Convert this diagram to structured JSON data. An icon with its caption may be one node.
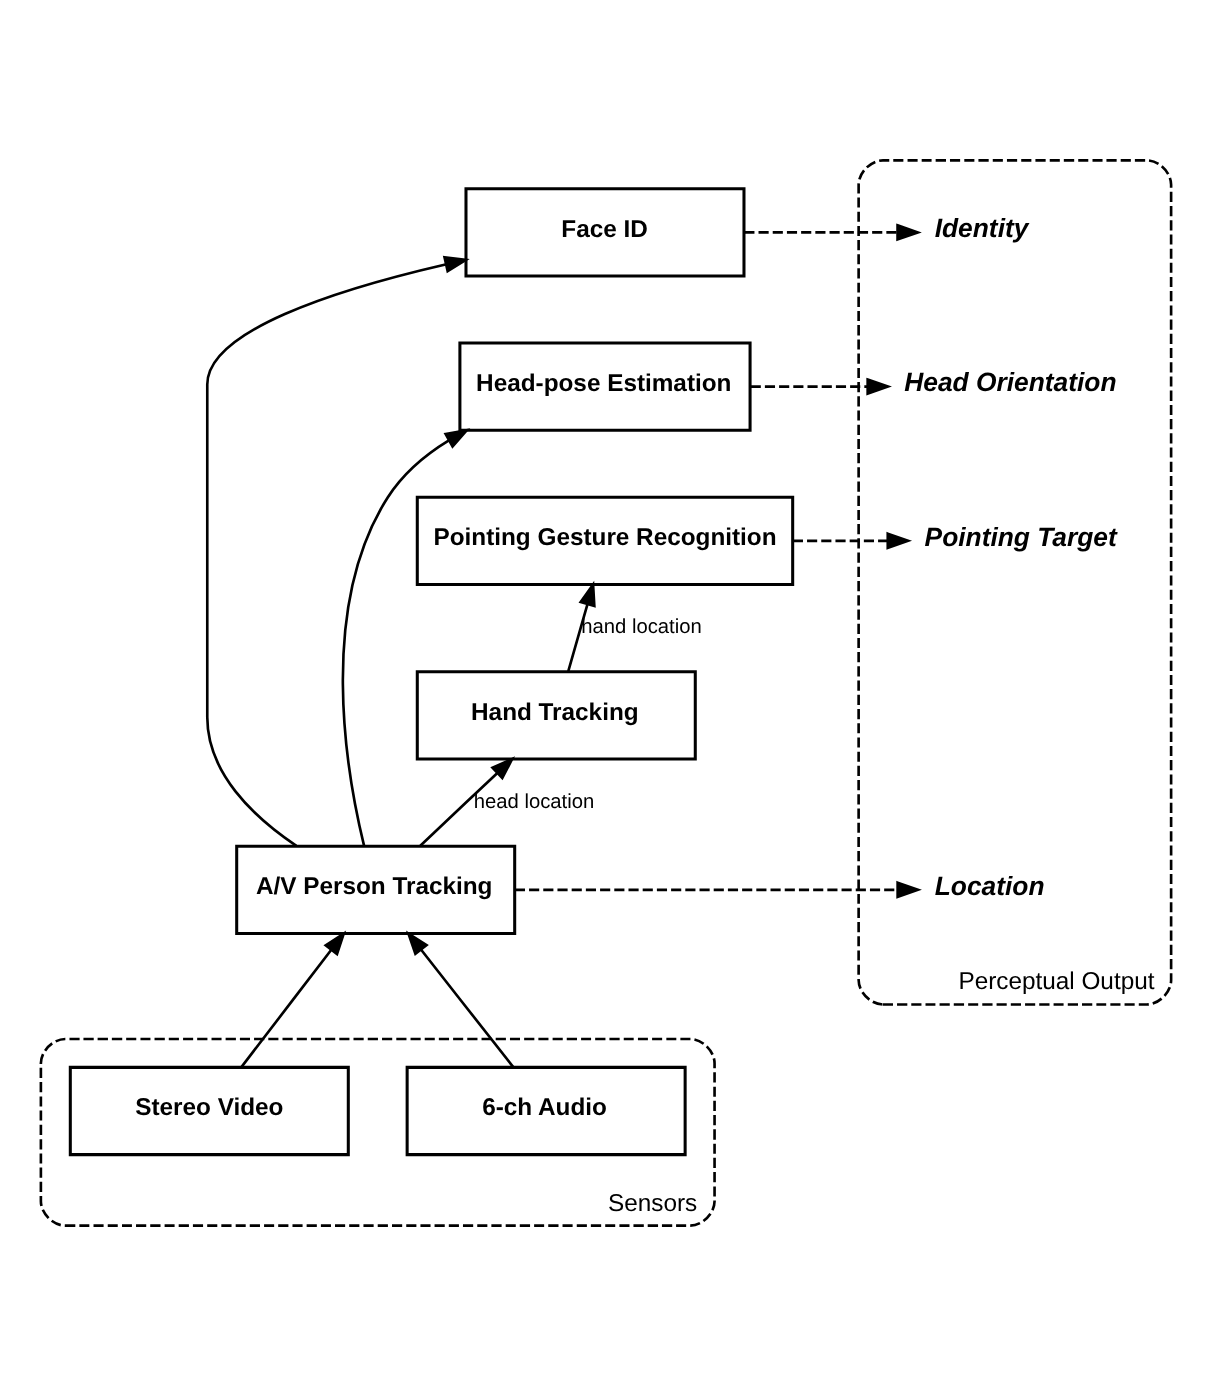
{
  "diagram": {
    "nodes": [
      {
        "text": [
          "Face ID"
        ]
      },
      {
        "text": [
          "Perceptual Output"
        ]
      },
      {
        "text": [
          "Identity"
        ],
        "in": 1
      },
      {
        "text": [
          "Head-pose Estimation"
        ]
      },
      {
        "text": [
          "Head Orientation"
        ],
        "in": 1
      },
      {
        "text": [
          "Pointing Gesture Recognition"
        ]
      },
      {
        "text": [
          "Pointing Target"
        ],
        "in": 1
      },
      {
        "text": [
          "Hand Tracking"
        ]
      },
      {
        "text": [
          "A/V Person Tracking"
        ]
      },
      {
        "text": [
          "Location"
        ],
        "in": 1
      },
      {
        "text": [
          "Sensors"
        ]
      },
      {
        "text": [
          "Stereo Video"
        ],
        "in": 10
      },
      {
        "text": [
          "6-ch Audio"
        ],
        "in": 10
      }
    ],
    "edges": [
      {
        "from": 8,
        "to": 0,
        "arrow": "to"
      },
      {
        "from": 8,
        "to": 3,
        "arrow": "to"
      },
      {
        "from": 8,
        "to": 7,
        "arrow": "to",
        "label": "head location"
      },
      {
        "from": 7,
        "to": 5,
        "arrow": "to",
        "label": "hand location"
      },
      {
        "from": 0,
        "to": 2,
        "arrow": "to",
        "style": "dashed"
      },
      {
        "from": 3,
        "to": 4,
        "arrow": "to",
        "style": "dashed"
      },
      {
        "from": 5,
        "to": 6,
        "arrow": "to",
        "style": "dashed"
      },
      {
        "from": 8,
        "to": 9,
        "arrow": "to",
        "style": "dashed"
      },
      {
        "from": 11,
        "to": 8,
        "arrow": "to"
      },
      {
        "from": 12,
        "to": 8,
        "arrow": "to"
      }
    ]
  }
}
